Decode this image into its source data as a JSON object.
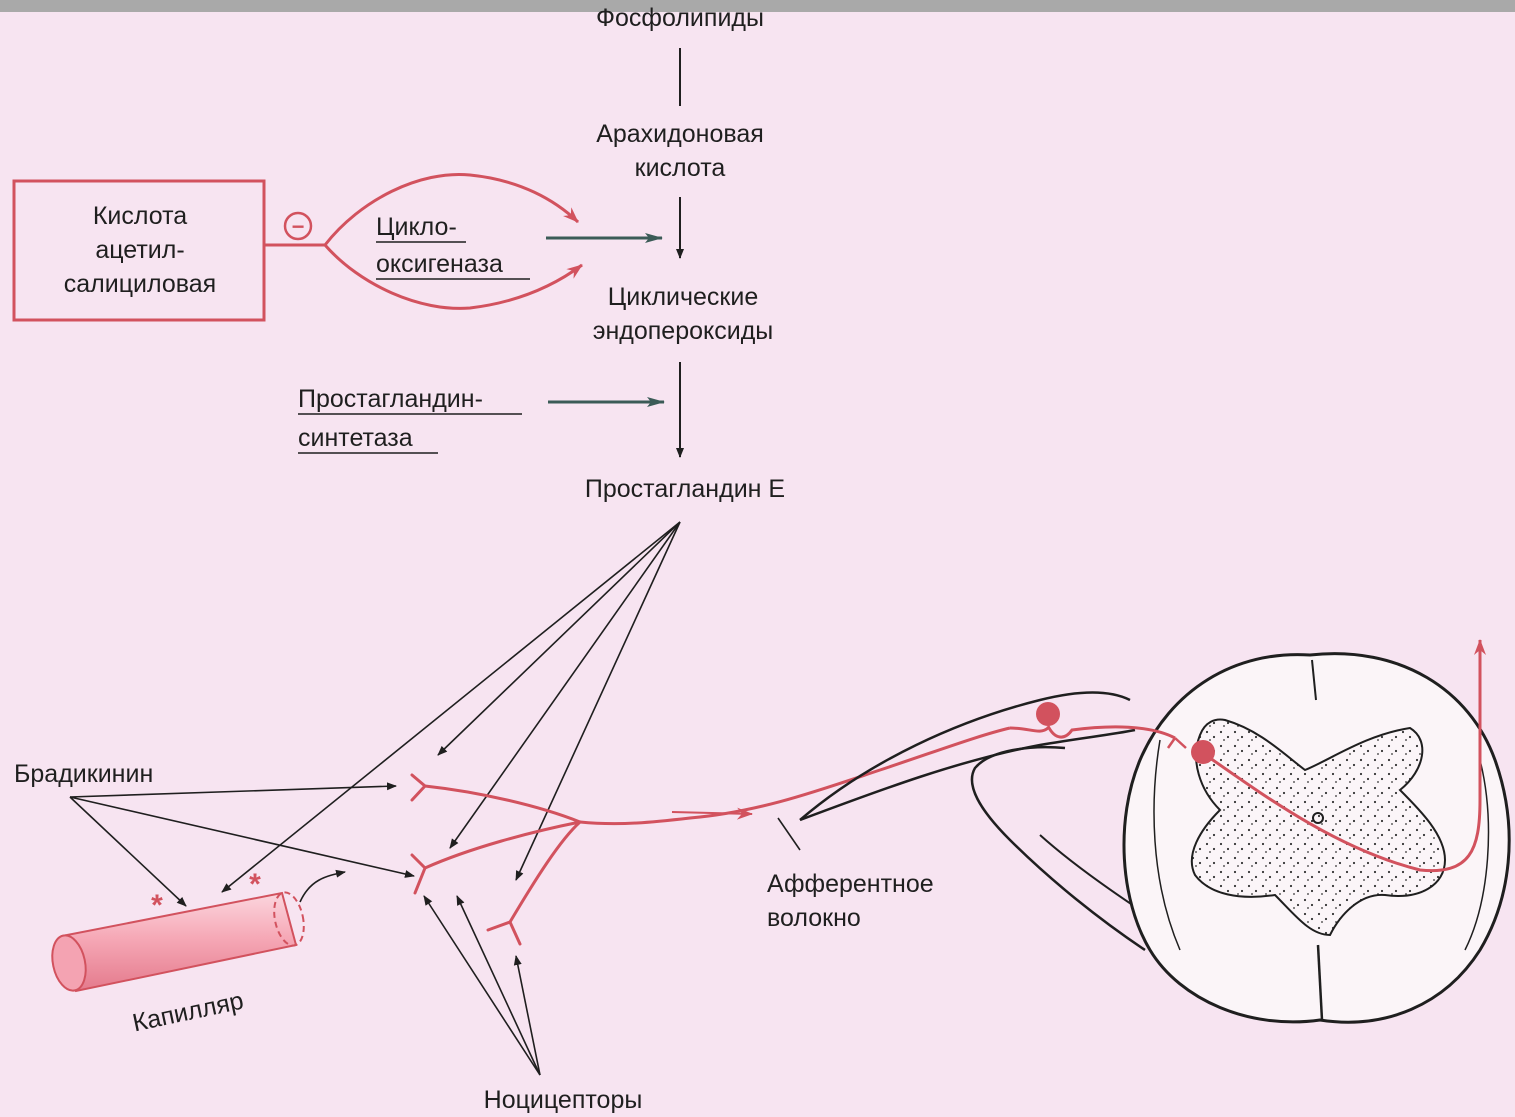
{
  "colors": {
    "background": "#f7e4f1",
    "accent_red": "#d2525e",
    "ink": "#1f1f1f",
    "enzyme_arrow": "#3b5b57"
  },
  "labels": {
    "phospholipids": "Фосфолипиды",
    "arachidonic_1": "Арахидоновая",
    "arachidonic_2": "кислота",
    "aspirin_1": "Кислота",
    "aspirin_2": "ацетил-",
    "aspirin_3": "салициловая",
    "inhibition_symbol": "−",
    "cox_1": "Цикло-",
    "cox_2": "оксигеназа",
    "endoperox_1": "Циклические",
    "endoperox_2": "эндопероксиды",
    "pg_synth_1": "Простагландин-",
    "pg_synth_2": "синтетаза",
    "pge": "Простагландин Е",
    "bradykinin": "Брадикинин",
    "capillary": "Капилляр",
    "afferent_1": "Афферентное",
    "afferent_2": "волокно",
    "nociceptors": "Ноцицепторы",
    "asterisk": "*"
  }
}
